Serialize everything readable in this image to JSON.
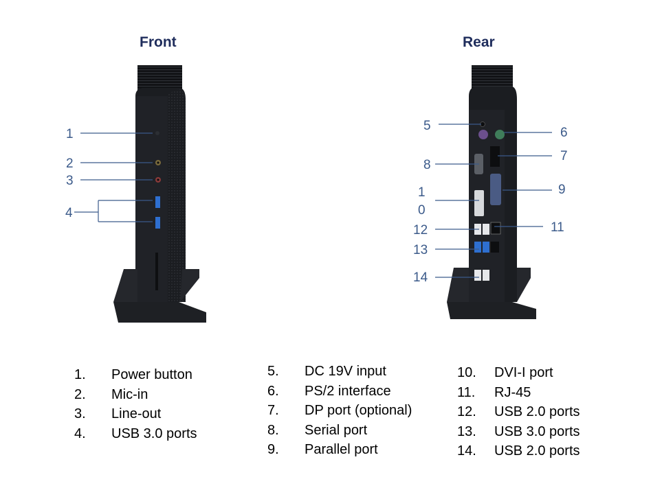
{
  "headings": {
    "front": "Front",
    "rear": "Rear"
  },
  "callouts": {
    "front": [
      "1",
      "2",
      "3",
      "4"
    ],
    "rear": [
      "5",
      "6",
      "7",
      "8",
      "9",
      "1",
      "0",
      "11",
      "12",
      "13",
      "14"
    ]
  },
  "legend": {
    "columns": [
      [
        {
          "num": "1.",
          "text": "Power button"
        },
        {
          "num": "2.",
          "text": "Mic-in"
        },
        {
          "num": "3.",
          "text": "Line-out"
        },
        {
          "num": "4.",
          "text": "USB 3.0 ports"
        }
      ],
      [
        {
          "num": "5.",
          "text": "DC 19V input"
        },
        {
          "num": "6.",
          "text": "PS/2 interface"
        },
        {
          "num": "7.",
          "text": "DP port (optional)"
        },
        {
          "num": "8.",
          "text": "Serial port"
        },
        {
          "num": "9.",
          "text": "Parallel port"
        }
      ],
      [
        {
          "num": "10.",
          "text": "DVI-I port"
        },
        {
          "num": "11.",
          "text": "RJ-45"
        },
        {
          "num": "12.",
          "text": "USB 2.0 ports"
        },
        {
          "num": "13.",
          "text": "USB 3.0 ports"
        },
        {
          "num": "14.",
          "text": "USB 2.0 ports"
        }
      ]
    ]
  },
  "colors": {
    "callout": "#3b5a8a",
    "heading": "#1f2d5c",
    "device": "#1b1d21"
  }
}
